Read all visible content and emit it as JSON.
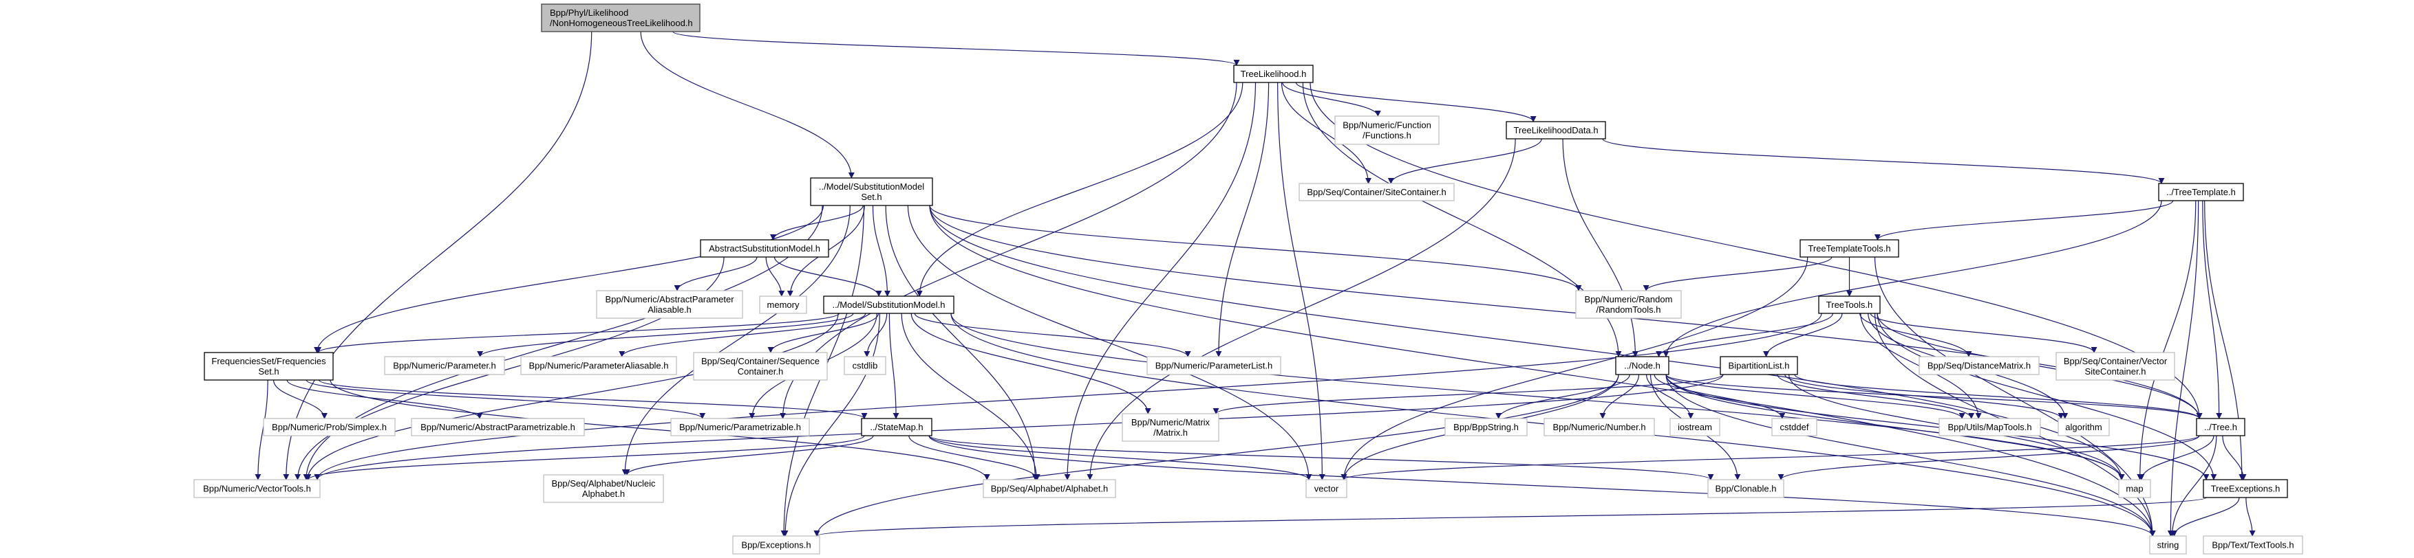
{
  "graph": {
    "edge_color": "#191970",
    "root_fill": "#bfbfbf",
    "documented_border": "#000000",
    "external_border": "#bfbfbf",
    "nodes": [
      {
        "id": "root",
        "lines": [
          "Bpp/Phyl/Likelihood",
          "/NonHomogeneousTreeLikelihood.h"
        ],
        "kind": "root"
      },
      {
        "id": "tl",
        "lines": [
          "TreeLikelihood.h"
        ],
        "kind": "doc"
      },
      {
        "id": "func",
        "lines": [
          "Bpp/Numeric/Function",
          "/Functions.h"
        ],
        "kind": "ext"
      },
      {
        "id": "tld",
        "lines": [
          "TreeLikelihoodData.h"
        ],
        "kind": "doc"
      },
      {
        "id": "sitec",
        "lines": [
          "Bpp/Seq/Container/SiteContainer.h"
        ],
        "kind": "ext"
      },
      {
        "id": "smset",
        "lines": [
          "../Model/SubstitutionModel",
          "Set.h"
        ],
        "kind": "doc"
      },
      {
        "id": "tt",
        "lines": [
          "../TreeTemplate.h"
        ],
        "kind": "doc"
      },
      {
        "id": "ttt",
        "lines": [
          "TreeTemplateTools.h"
        ],
        "kind": "doc"
      },
      {
        "id": "asm",
        "lines": [
          "AbstractSubstitutionModel.h"
        ],
        "kind": "doc"
      },
      {
        "id": "apa",
        "lines": [
          "Bpp/Numeric/AbstractParameter",
          "Aliasable.h"
        ],
        "kind": "ext"
      },
      {
        "id": "memory",
        "lines": [
          "memory"
        ],
        "kind": "ext"
      },
      {
        "id": "sm",
        "lines": [
          "../Model/SubstitutionModel.h"
        ],
        "kind": "doc"
      },
      {
        "id": "rand",
        "lines": [
          "Bpp/Numeric/Random",
          "/RandomTools.h"
        ],
        "kind": "ext"
      },
      {
        "id": "treetools",
        "lines": [
          "TreeTools.h"
        ],
        "kind": "doc"
      },
      {
        "id": "freq",
        "lines": [
          "FrequenciesSet/Frequencies",
          "Set.h"
        ],
        "kind": "doc"
      },
      {
        "id": "param",
        "lines": [
          "Bpp/Numeric/Parameter.h"
        ],
        "kind": "ext"
      },
      {
        "id": "palias",
        "lines": [
          "Bpp/Numeric/ParameterAliasable.h"
        ],
        "kind": "ext"
      },
      {
        "id": "seqc",
        "lines": [
          "Bpp/Seq/Container/Sequence",
          "Container.h"
        ],
        "kind": "ext"
      },
      {
        "id": "cstdlib",
        "lines": [
          "cstdlib"
        ],
        "kind": "ext"
      },
      {
        "id": "plist",
        "lines": [
          "Bpp/Numeric/ParameterList.h"
        ],
        "kind": "ext"
      },
      {
        "id": "node",
        "lines": [
          "../Node.h"
        ],
        "kind": "doc"
      },
      {
        "id": "bip",
        "lines": [
          "BipartitionList.h"
        ],
        "kind": "doc"
      },
      {
        "id": "dist",
        "lines": [
          "Bpp/Seq/DistanceMatrix.h"
        ],
        "kind": "ext"
      },
      {
        "id": "vsc",
        "lines": [
          "Bpp/Seq/Container/Vector",
          "SiteContainer.h"
        ],
        "kind": "ext"
      },
      {
        "id": "simplex",
        "lines": [
          "Bpp/Numeric/Prob/Simplex.h"
        ],
        "kind": "ext"
      },
      {
        "id": "aparam",
        "lines": [
          "Bpp/Numeric/AbstractParametrizable.h"
        ],
        "kind": "ext"
      },
      {
        "id": "parz",
        "lines": [
          "Bpp/Numeric/Parametrizable.h"
        ],
        "kind": "ext"
      },
      {
        "id": "statemap",
        "lines": [
          "../StateMap.h"
        ],
        "kind": "doc"
      },
      {
        "id": "matrix",
        "lines": [
          "Bpp/Numeric/Matrix",
          "/Matrix.h"
        ],
        "kind": "ext"
      },
      {
        "id": "bppstring",
        "lines": [
          "Bpp/BppString.h"
        ],
        "kind": "ext"
      },
      {
        "id": "number",
        "lines": [
          "Bpp/Numeric/Number.h"
        ],
        "kind": "ext"
      },
      {
        "id": "iostream",
        "lines": [
          "iostream"
        ],
        "kind": "ext"
      },
      {
        "id": "cstddef",
        "lines": [
          "cstddef"
        ],
        "kind": "ext"
      },
      {
        "id": "maptools",
        "lines": [
          "Bpp/Utils/MapTools.h"
        ],
        "kind": "ext"
      },
      {
        "id": "algorithm",
        "lines": [
          "algorithm"
        ],
        "kind": "ext"
      },
      {
        "id": "tree",
        "lines": [
          "../Tree.h"
        ],
        "kind": "doc"
      },
      {
        "id": "vtools",
        "lines": [
          "Bpp/Numeric/VectorTools.h"
        ],
        "kind": "ext"
      },
      {
        "id": "nucl",
        "lines": [
          "Bpp/Seq/Alphabet/Nucleic",
          "Alphabet.h"
        ],
        "kind": "ext"
      },
      {
        "id": "alpha",
        "lines": [
          "Bpp/Seq/Alphabet/Alphabet.h"
        ],
        "kind": "ext"
      },
      {
        "id": "vector",
        "lines": [
          "vector"
        ],
        "kind": "ext"
      },
      {
        "id": "clonable",
        "lines": [
          "Bpp/Clonable.h"
        ],
        "kind": "ext"
      },
      {
        "id": "map",
        "lines": [
          "map"
        ],
        "kind": "ext"
      },
      {
        "id": "texc",
        "lines": [
          "TreeExceptions.h"
        ],
        "kind": "doc"
      },
      {
        "id": "exc",
        "lines": [
          "Bpp/Exceptions.h"
        ],
        "kind": "ext"
      },
      {
        "id": "string",
        "lines": [
          "string"
        ],
        "kind": "ext"
      },
      {
        "id": "text",
        "lines": [
          "Bpp/Text/TextTools.h"
        ],
        "kind": "ext"
      }
    ],
    "edges": [
      [
        "root",
        "tl"
      ],
      [
        "root",
        "smset"
      ],
      [
        "root",
        "vtools"
      ],
      [
        "tl",
        "func"
      ],
      [
        "tl",
        "tld"
      ],
      [
        "tl",
        "sitec"
      ],
      [
        "tl",
        "sm"
      ],
      [
        "tl",
        "plist"
      ],
      [
        "tl",
        "alpha"
      ],
      [
        "tl",
        "node"
      ],
      [
        "tl",
        "tree"
      ],
      [
        "tl",
        "parz"
      ],
      [
        "tl",
        "vector"
      ],
      [
        "tld",
        "sitec"
      ],
      [
        "tld",
        "tt"
      ],
      [
        "tld",
        "node"
      ],
      [
        "tld",
        "alpha"
      ],
      [
        "smset",
        "asm"
      ],
      [
        "smset",
        "sm"
      ],
      [
        "smset",
        "freq"
      ],
      [
        "smset",
        "memory"
      ],
      [
        "smset",
        "vtools"
      ],
      [
        "smset",
        "nucl"
      ],
      [
        "smset",
        "exc"
      ],
      [
        "smset",
        "alpha"
      ],
      [
        "smset",
        "vector"
      ],
      [
        "smset",
        "rand"
      ],
      [
        "smset",
        "tree"
      ],
      [
        "smset",
        "map"
      ],
      [
        "smset",
        "string"
      ],
      [
        "asm",
        "apa"
      ],
      [
        "asm",
        "memory"
      ],
      [
        "asm",
        "sm"
      ],
      [
        "asm",
        "vtools"
      ],
      [
        "sm",
        "param"
      ],
      [
        "sm",
        "palias"
      ],
      [
        "sm",
        "seqc"
      ],
      [
        "sm",
        "cstdlib"
      ],
      [
        "sm",
        "plist"
      ],
      [
        "sm",
        "matrix"
      ],
      [
        "sm",
        "statemap"
      ],
      [
        "sm",
        "alpha"
      ],
      [
        "sm",
        "vtools"
      ],
      [
        "sm",
        "exc"
      ],
      [
        "sm",
        "freq"
      ],
      [
        "sm",
        "parz"
      ],
      [
        "sm",
        "string"
      ],
      [
        "sm",
        "map"
      ],
      [
        "freq",
        "simplex"
      ],
      [
        "freq",
        "aparam"
      ],
      [
        "freq",
        "parz"
      ],
      [
        "freq",
        "vtools"
      ],
      [
        "freq",
        "alpha"
      ],
      [
        "freq",
        "statemap"
      ],
      [
        "statemap",
        "alpha"
      ],
      [
        "statemap",
        "vtools"
      ],
      [
        "statemap",
        "nucl"
      ],
      [
        "statemap",
        "vector"
      ],
      [
        "statemap",
        "clonable"
      ],
      [
        "statemap",
        "string"
      ],
      [
        "tt",
        "ttt"
      ],
      [
        "tt",
        "node"
      ],
      [
        "tt",
        "tree"
      ],
      [
        "tt",
        "map"
      ],
      [
        "tt",
        "texc"
      ],
      [
        "tt",
        "string"
      ],
      [
        "ttt",
        "treetools"
      ],
      [
        "ttt",
        "rand"
      ],
      [
        "ttt",
        "vector"
      ],
      [
        "ttt",
        "string"
      ],
      [
        "treetools",
        "node"
      ],
      [
        "treetools",
        "bip"
      ],
      [
        "treetools",
        "dist"
      ],
      [
        "treetools",
        "vsc"
      ],
      [
        "treetools",
        "tree"
      ],
      [
        "treetools",
        "texc"
      ],
      [
        "treetools",
        "algorithm"
      ],
      [
        "treetools",
        "maptools"
      ],
      [
        "treetools",
        "vtools"
      ],
      [
        "treetools",
        "string"
      ],
      [
        "node",
        "number"
      ],
      [
        "node",
        "iostream"
      ],
      [
        "node",
        "cstddef"
      ],
      [
        "node",
        "bppstring"
      ],
      [
        "node",
        "clonable"
      ],
      [
        "node",
        "maptools"
      ],
      [
        "node",
        "tree"
      ],
      [
        "node",
        "vector"
      ],
      [
        "node",
        "map"
      ],
      [
        "node",
        "string"
      ],
      [
        "node",
        "exc"
      ],
      [
        "node",
        "texc"
      ],
      [
        "bip",
        "maptools"
      ],
      [
        "bip",
        "algorithm"
      ],
      [
        "bip",
        "tree"
      ],
      [
        "bip",
        "map"
      ],
      [
        "bip",
        "matrix"
      ],
      [
        "bip",
        "vtools"
      ],
      [
        "tree",
        "texc"
      ],
      [
        "tree",
        "map"
      ],
      [
        "tree",
        "string"
      ],
      [
        "tree",
        "vector"
      ],
      [
        "tree",
        "clonable"
      ],
      [
        "texc",
        "exc"
      ],
      [
        "texc",
        "string"
      ],
      [
        "texc",
        "text"
      ]
    ]
  }
}
